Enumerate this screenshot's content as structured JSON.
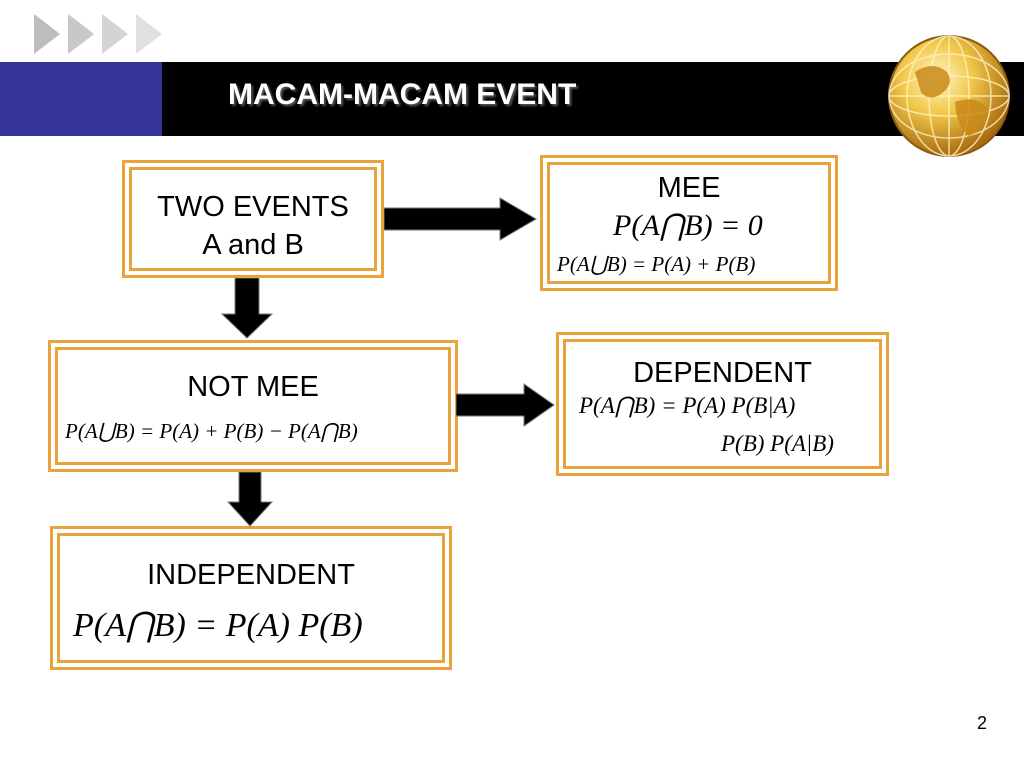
{
  "slide": {
    "title": "MACAM-MACAM EVENT",
    "page_number": "2"
  },
  "boxes": {
    "two_events": {
      "line1": "TWO EVENTS",
      "line2": "A and B"
    },
    "mee": {
      "label": "MEE",
      "formula1": "P(A⋂B) = 0",
      "formula2": "P(A⋃B) = P(A) + P(B)"
    },
    "not_mee": {
      "label": "NOT MEE",
      "formula1": "P(A⋃B) = P(A) + P(B) − P(A⋂B)"
    },
    "dependent": {
      "label": "DEPENDENT",
      "formula1": "P(A⋂B) = P(A) P(B|A)",
      "formula2": "P(B) P(A|B)"
    },
    "independent": {
      "label": "INDEPENDENT",
      "formula1": "P(A⋂B) = P(A) P(B)"
    }
  },
  "colors": {
    "header_blue": "#333399",
    "header_black": "#000000",
    "box_border": "#e8a33c",
    "chevron": "#cfcfcf"
  },
  "icons": [
    "chevron-icon",
    "globe-icon",
    "arrow-right-icon",
    "arrow-down-icon"
  ]
}
